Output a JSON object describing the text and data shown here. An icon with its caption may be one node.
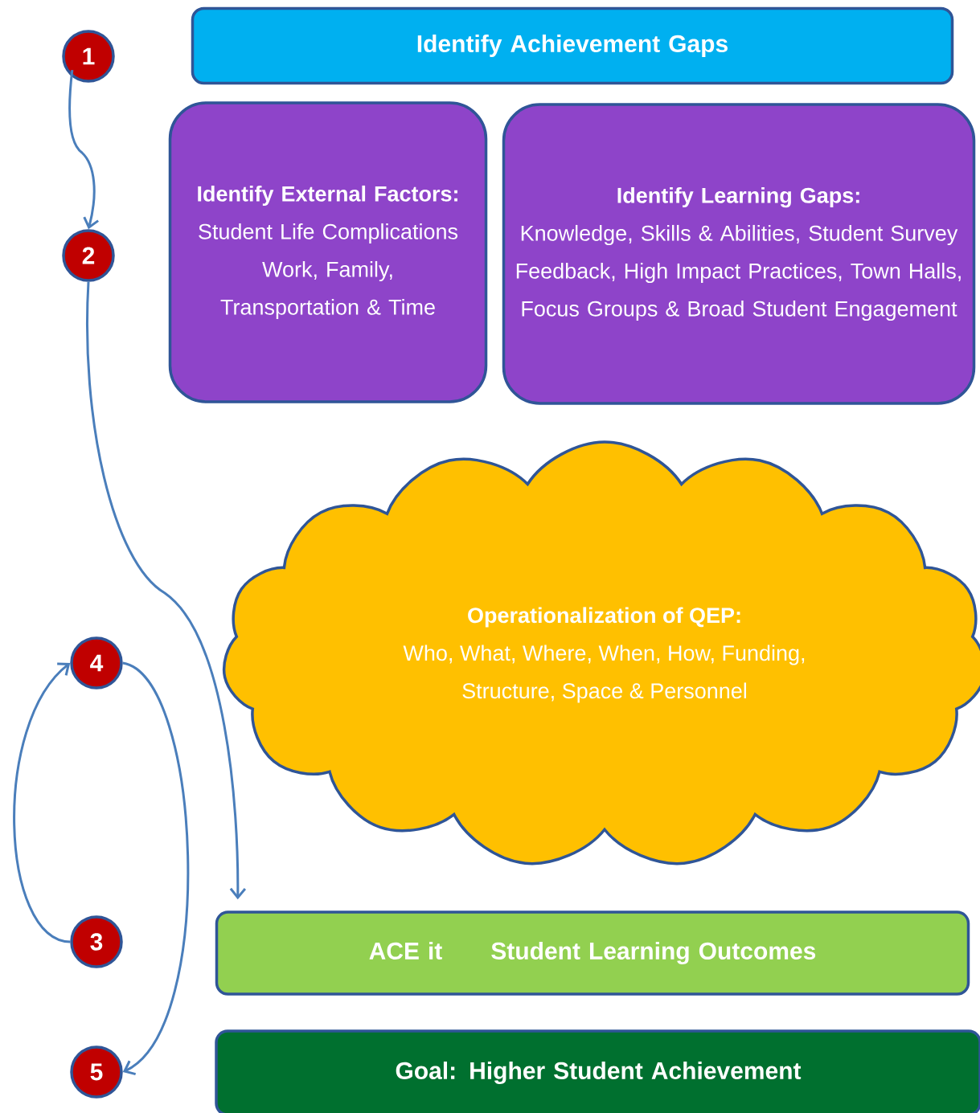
{
  "diagram": {
    "nodes": [
      {
        "text": [
          "1"
        ]
      },
      {
        "text": [
          "Identify Achievement Gaps"
        ]
      },
      {
        "text": [
          "2"
        ]
      },
      {
        "text": [
          "Identify External Factors:",
          "Student Life Complications Work, Family, Transportation & Time"
        ]
      },
      {
        "text": [
          "Identify Learning Gaps:",
          "Knowledge, Skills & Abilities, Student Survey Feedback, High Impact Practices, Town Halls, Focus Groups & Broad Student Engagement"
        ]
      },
      {
        "text": [
          "Operationalization of QEP:",
          "Who, What, Where, When, How, Funding, Structure, Space & Personnel"
        ]
      },
      {
        "text": [
          "4"
        ]
      },
      {
        "text": [
          "3"
        ]
      },
      {
        "text": [
          "ACE it",
          "Student Learning Outcomes"
        ]
      },
      {
        "text": [
          "5"
        ]
      },
      {
        "text": [
          "Goal: Higher Student Achievement"
        ]
      }
    ],
    "edges": [
      {
        "from": 0,
        "to": 2,
        "arrow": "to"
      },
      {
        "from": 2,
        "to": 8,
        "arrow": "to"
      },
      {
        "from": 7,
        "to": 6,
        "arrow": "to"
      },
      {
        "from": 6,
        "to": 9,
        "arrow": "to"
      }
    ]
  }
}
